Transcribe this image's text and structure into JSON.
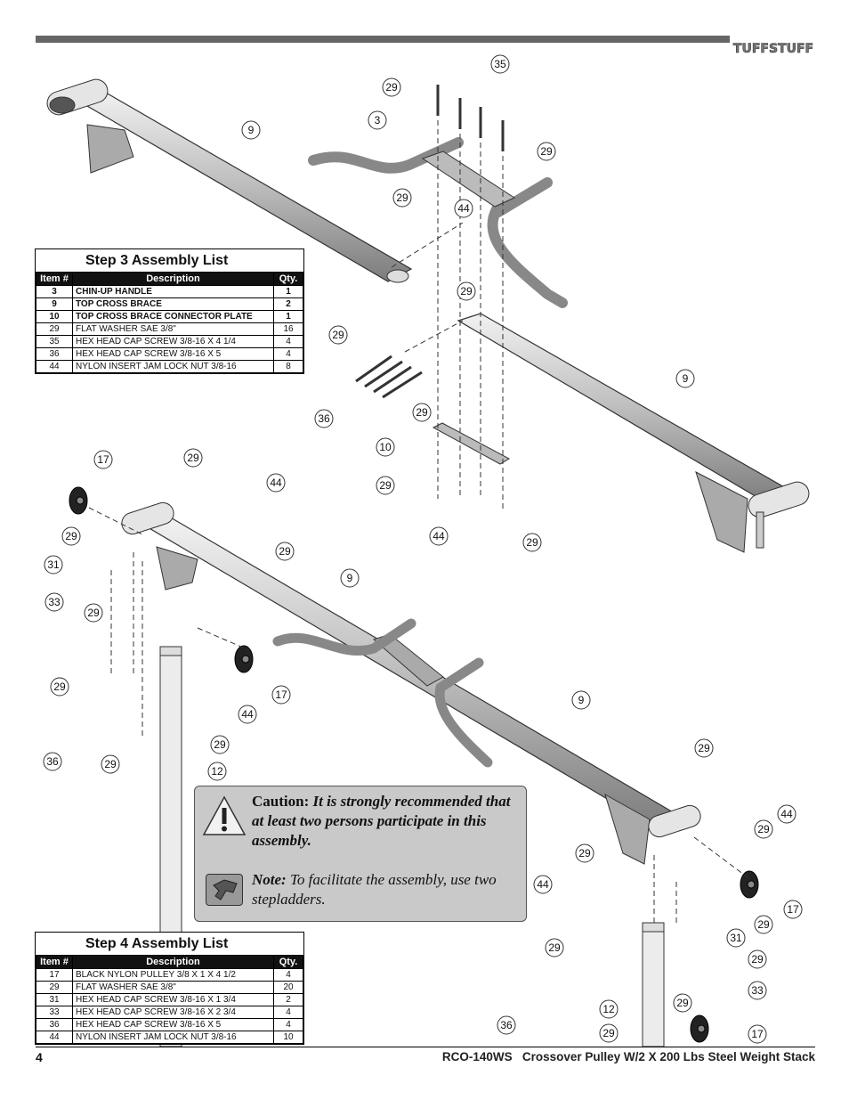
{
  "header": {
    "brand": "TUFFSTUFF"
  },
  "callouts_top": [
    "35",
    "29",
    "3",
    "29",
    "9",
    "29",
    "44",
    "29",
    "29",
    "9",
    "36",
    "29",
    "10",
    "29",
    "44",
    "29"
  ],
  "callouts_bottom": [
    "17",
    "29",
    "44",
    "29",
    "29",
    "31",
    "33",
    "29",
    "9",
    "17",
    "44",
    "29",
    "29",
    "36",
    "29",
    "12",
    "9",
    "29",
    "44",
    "29",
    "29",
    "44",
    "17",
    "29",
    "31",
    "29",
    "29",
    "12",
    "33",
    "29",
    "36",
    "29",
    "17"
  ],
  "step3": {
    "title": "Step 3    Assembly List",
    "headers": [
      "Item #",
      "Description",
      "Qty."
    ],
    "rows": [
      {
        "item": "3",
        "desc": "CHIN-UP HANDLE",
        "qty": "1"
      },
      {
        "item": "9",
        "desc": "TOP CROSS BRACE",
        "qty": "2"
      },
      {
        "item": "10",
        "desc": "TOP CROSS BRACE CONNECTOR PLATE",
        "qty": "1"
      },
      {
        "item": "29",
        "desc": "FLAT WASHER SAE 3/8\"",
        "qty": "16"
      },
      {
        "item": "35",
        "desc": "HEX HEAD CAP SCREW 3/8-16 X 4 1/4",
        "qty": "4"
      },
      {
        "item": "36",
        "desc": "HEX HEAD CAP SCREW 3/8-16 X 5",
        "qty": "4"
      },
      {
        "item": "44",
        "desc": "NYLON INSERT JAM LOCK NUT 3/8-16",
        "qty": "8"
      }
    ]
  },
  "step4": {
    "title": "Step 4    Assembly List",
    "headers": [
      "Item #",
      "Description",
      "Qty."
    ],
    "rows": [
      {
        "item": "17",
        "desc": "BLACK NYLON PULLEY 3/8 X 1 X 4 1/2",
        "qty": "4"
      },
      {
        "item": "29",
        "desc": "FLAT WASHER SAE 3/8\"",
        "qty": "20"
      },
      {
        "item": "31",
        "desc": "HEX HEAD CAP SCREW 3/8-16 X 1 3/4",
        "qty": "2"
      },
      {
        "item": "33",
        "desc": "HEX HEAD CAP SCREW 3/8-16 X 2 3/4",
        "qty": "4"
      },
      {
        "item": "36",
        "desc": "HEX HEAD CAP SCREW 3/8-16 X 5",
        "qty": "4"
      },
      {
        "item": "44",
        "desc": "NYLON INSERT JAM LOCK NUT 3/8-16",
        "qty": "10"
      }
    ]
  },
  "caution": {
    "label": "Caution:",
    "text": "It is strongly recommended that at least two persons participate in this assembly.",
    "note_label": "Note:",
    "note_text": "To facilitate the assembly, use two stepladders."
  },
  "footer": {
    "page": "4",
    "model": "RCO-140WS",
    "title": "Crossover Pulley W/2 X 200 Lbs Steel Weight Stack"
  }
}
